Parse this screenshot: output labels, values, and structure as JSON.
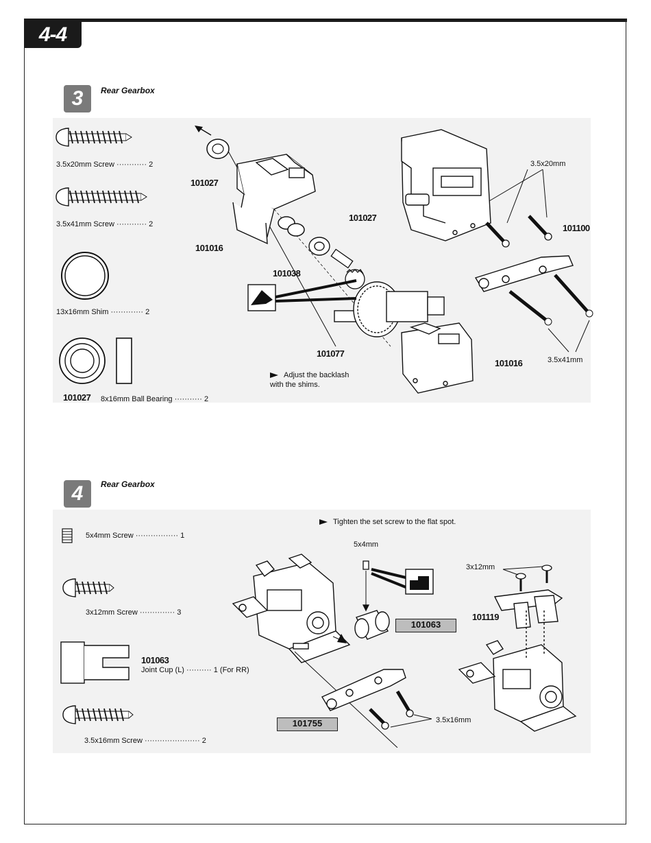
{
  "page": {
    "number": "4-4"
  },
  "step3": {
    "number": "3",
    "title": "Rear Gearbox",
    "parts_list": [
      {
        "name": "3.5x20mm  Screw",
        "qty": "2"
      },
      {
        "name": "3.5x41mm  Screw",
        "qty": "2"
      },
      {
        "name": "13x16mm Shim",
        "qty": "2"
      },
      {
        "part_no": "101027",
        "name": "8x16mm Ball Bearing",
        "qty": "2"
      }
    ],
    "callouts": {
      "bearing_top": "101027",
      "gearbox_left": "101016",
      "bearing_mid": "101027",
      "gear": "101038",
      "diff": "101077",
      "gearbox_right": "101016",
      "brace": "101100",
      "screw_20": "3.5x20mm",
      "screw_41": "3.5x41mm"
    },
    "note": "Adjust the backlash\nwith the shims."
  },
  "step4": {
    "number": "4",
    "title": "Rear Gearbox",
    "note": "Tighten the set screw to the flat spot.",
    "parts_list": [
      {
        "name": "5x4mm  Screw",
        "qty": "1"
      },
      {
        "name": "3x12mm Screw",
        "qty": "3"
      },
      {
        "part_no": "101063",
        "name": "Joint  Cup (L)",
        "qty": "1 (For RR)"
      },
      {
        "name": "3.5x16mm  Screw",
        "qty": "2"
      }
    ],
    "callouts": {
      "setscrew": "5x4mm",
      "jointcup": "101063",
      "bracket": "101119",
      "screw_12": "3x12mm",
      "brace": "101755",
      "screw_16": "3.5x16mm"
    }
  }
}
